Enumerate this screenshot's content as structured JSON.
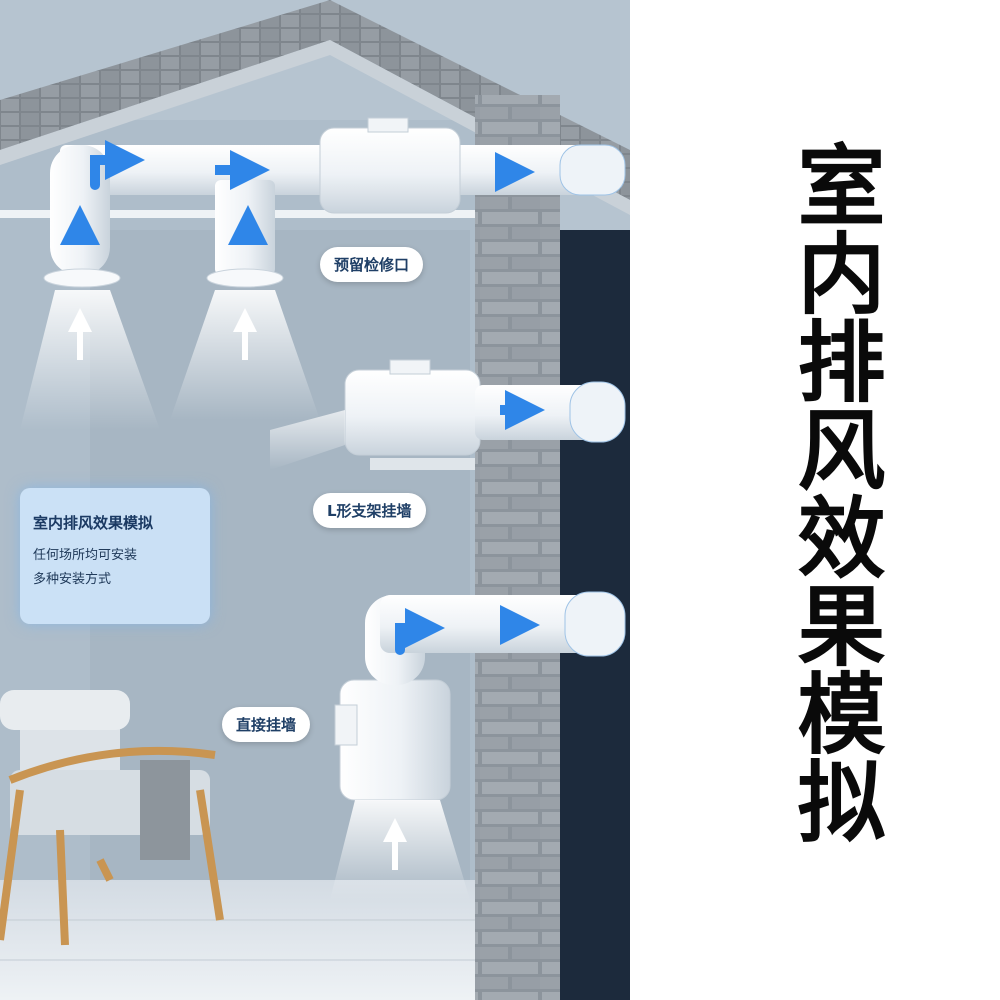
{
  "title": "室内排风效果模拟",
  "info_panel": {
    "title": "室内排风效果模拟",
    "lines": [
      "任何场所均可安装",
      "多种安装方式"
    ]
  },
  "callouts": {
    "access_port": "预留检修口",
    "l_bracket": "L形支架挂墙",
    "direct_wall": "直接挂墙"
  },
  "colors": {
    "arrow": "#2f86e8",
    "panel": "#cde4fa",
    "label_text": "#1f3f66",
    "wall_dark": "#1c2a3c"
  }
}
